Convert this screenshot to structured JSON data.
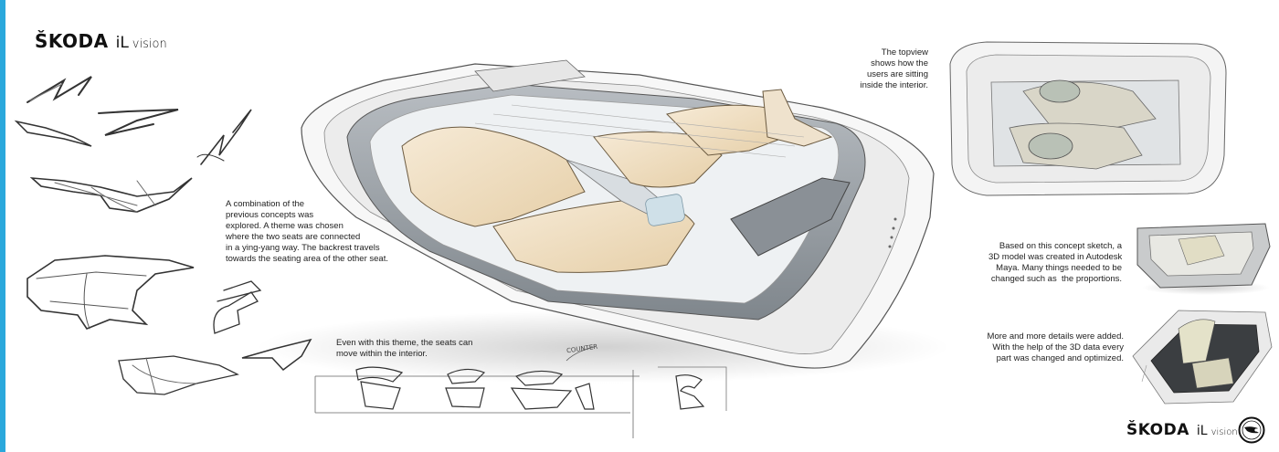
{
  "brand": {
    "mark": "ŠKODA",
    "model": "iL",
    "suffix": "vision"
  },
  "notes": {
    "concept": "A combination of the\nprevious concepts was\nexplored. A theme was chosen\nwhere the two seats are connected\nin a ying-yang way. The backrest travels\ntowards the seating area of the other seat.",
    "theme": "Even with this theme, the seats can\nmove within the interior.",
    "topview": "The topview\nshows how the\nusers are sitting\ninside the interior.",
    "model3d": "Based on this concept sketch, a\n3D model was created in Autodesk\nMaya. Many things needed to be\nchanged such as  the proportions.",
    "details": "More and more details were added.\nWith the help of the 3D data every\npart was changed and optimized."
  },
  "sketch_annotation": "COUNTER",
  "colors": {
    "accent": "#2aa8dc",
    "seat": "#f0dfc4",
    "trim": "#9da3a8",
    "glass": "#cfe0e8"
  },
  "icons": [
    "skoda-winged-arrow-logo"
  ]
}
